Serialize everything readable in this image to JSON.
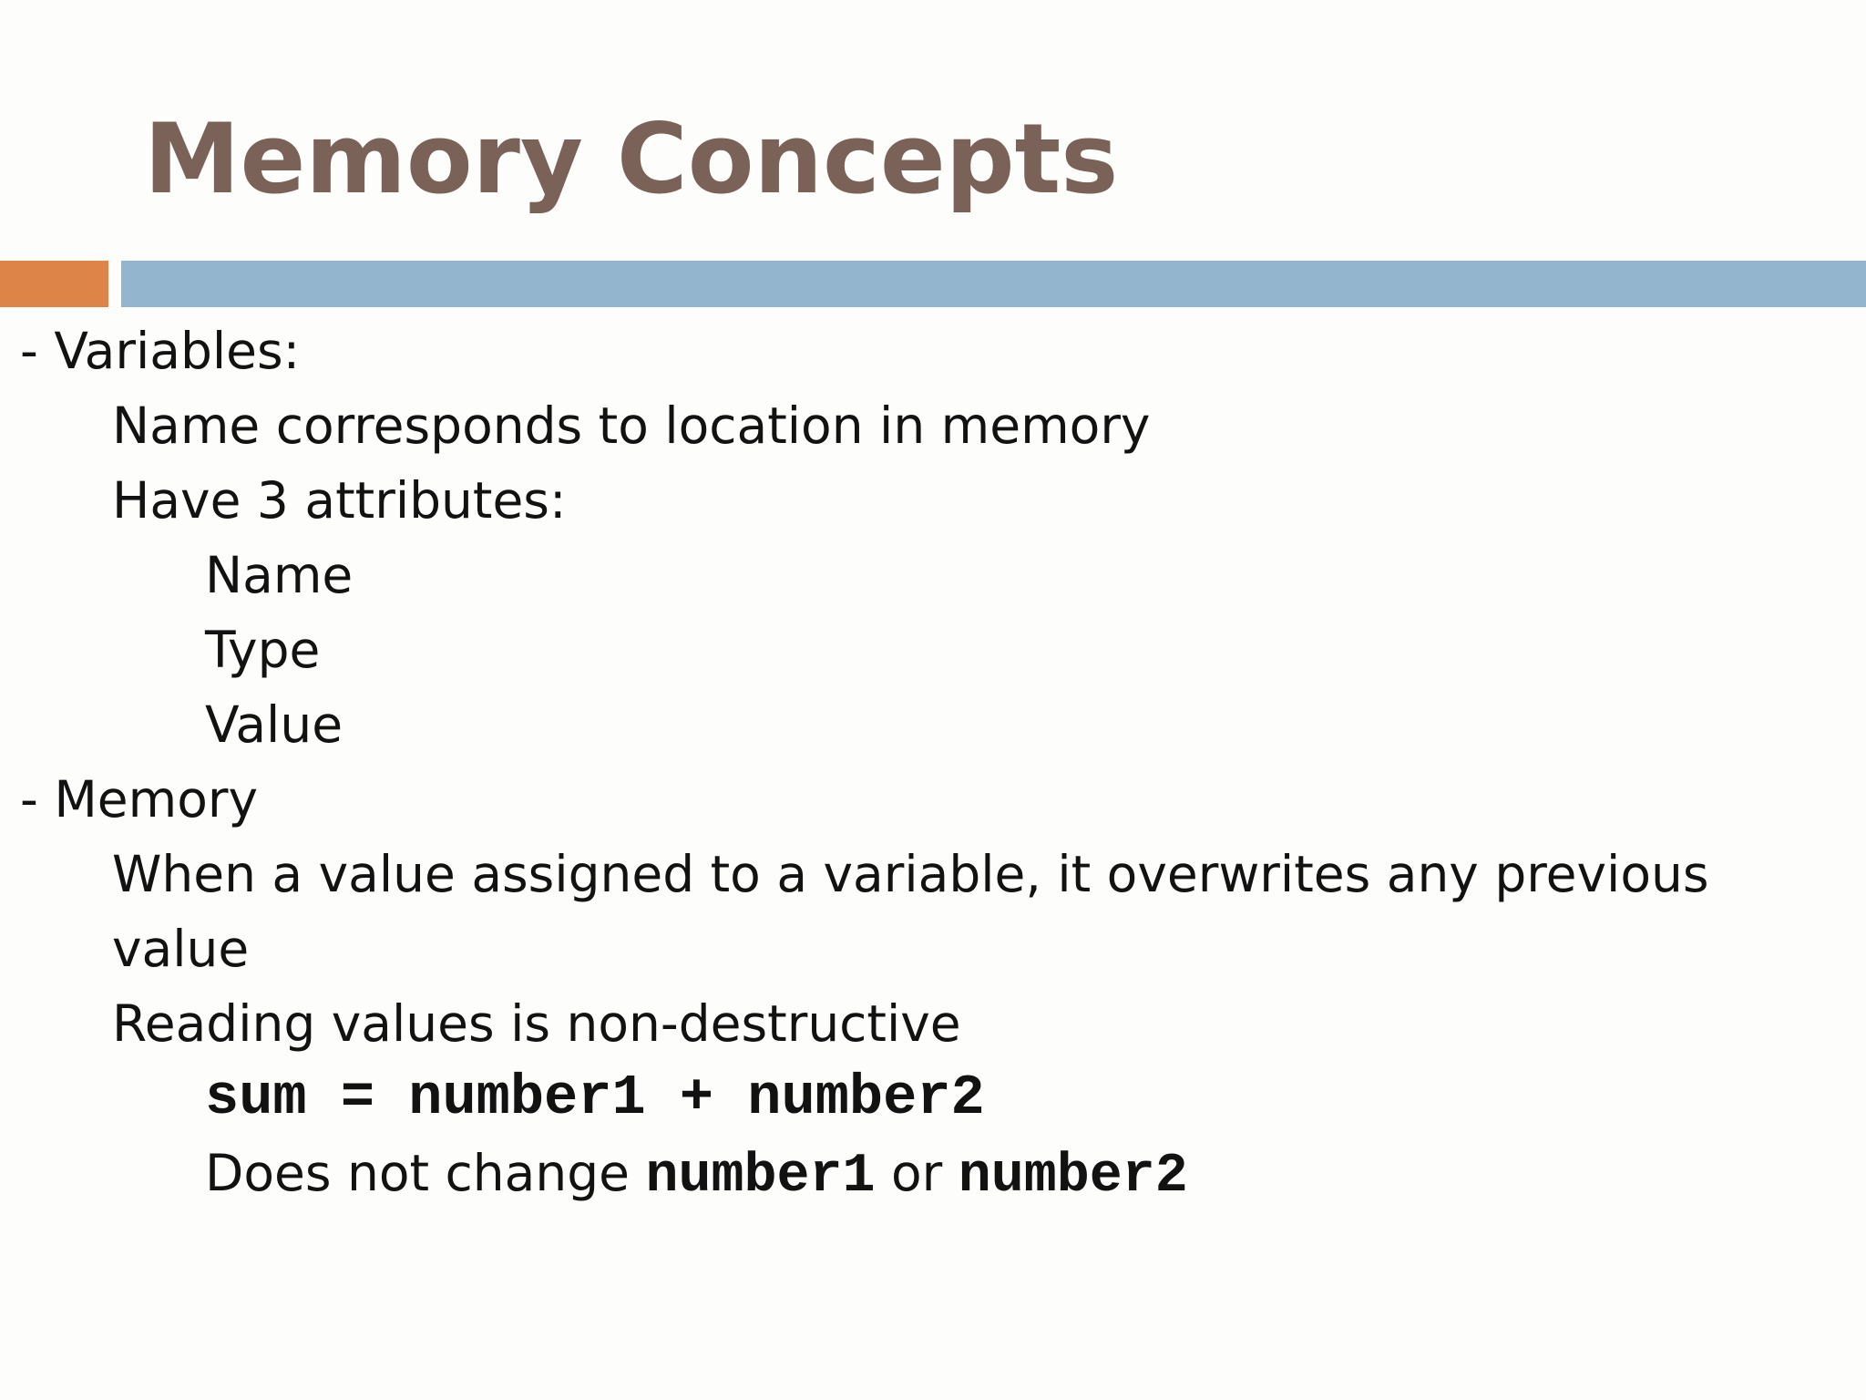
{
  "slide": {
    "title": "Memory Concepts",
    "colors": {
      "title": "#7a6259",
      "accent_bar": "#dd8449",
      "main_bar": "#93b6ce",
      "background": "#fdfdfc",
      "text": "#121212"
    },
    "lines": {
      "l1": "- Variables:",
      "l2": "Name corresponds to location in memory",
      "l3": "Have 3 attributes:",
      "l4": "Name",
      "l5": "Type",
      "l6": "Value",
      "l7": "- Memory",
      "l8": "When a value assigned to a variable, it overwrites any previous",
      "l9": "value",
      "l10": "Reading values is non-destructive",
      "l11": "sum = number1 + number2",
      "l12_prefix": "Does not change ",
      "l12_code1": "number1",
      "l12_mid": " or ",
      "l12_code2": "number2"
    }
  }
}
